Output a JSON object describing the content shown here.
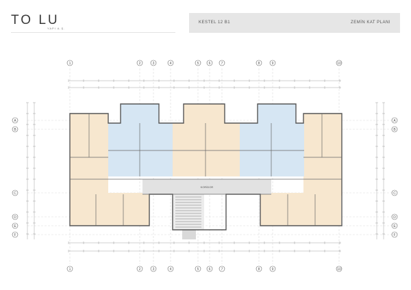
{
  "brand": {
    "logo": "TO LU",
    "sub": "YAPI A.Ş."
  },
  "header": {
    "left": "KESTEL 12 B1",
    "right": "ZEMİN KAT PLANI"
  },
  "grid": {
    "columns": [
      "1",
      "2",
      "3",
      "4",
      "5",
      "6",
      "7",
      "8",
      "9",
      "10"
    ],
    "rows": [
      "A",
      "B",
      "C",
      "D",
      "E",
      "F"
    ]
  },
  "plan": {
    "corridor_label": "KORİDOR"
  },
  "colors": {
    "flat_a": "#f7e7cf",
    "flat_b": "#d6e6f3",
    "corridor": "#e2e2e2",
    "line": "#555555"
  }
}
